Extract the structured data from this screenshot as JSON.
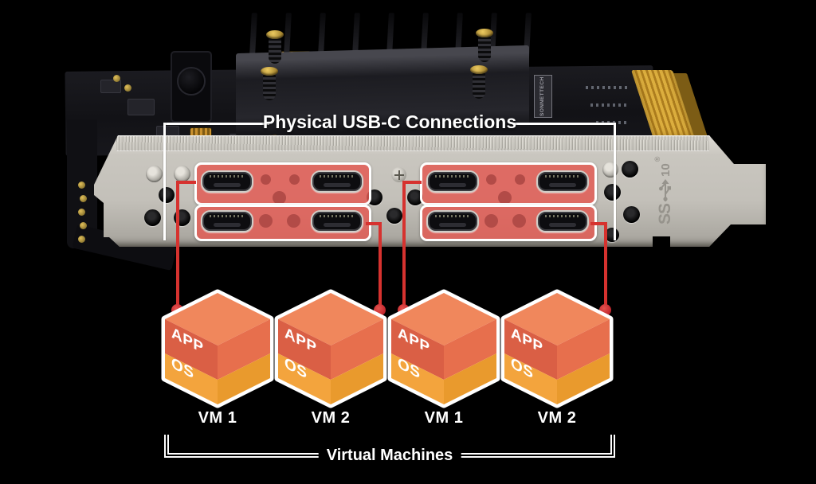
{
  "title": "Physical USB-C Connections",
  "bottom_label": "Virtual Machines",
  "vms": [
    {
      "label": "VM 1",
      "app": "APP",
      "os": "OS"
    },
    {
      "label": "VM 2",
      "app": "APP",
      "os": "OS"
    },
    {
      "label": "VM 1",
      "app": "APP",
      "os": "OS"
    },
    {
      "label": "VM 2",
      "app": "APP",
      "os": "OS"
    }
  ],
  "usb_logo": {
    "ss": "SS",
    "speed": "10",
    "reg": "®"
  },
  "pcb_label": "SONNETTECH",
  "ports": {
    "groups": 2,
    "rows_per_group": 2,
    "ports_per_row": 2,
    "total": 8
  },
  "colors": {
    "highlight_box": "#E3584F",
    "callout_line": "#D6322F",
    "bracket_plate": "#C7C4BD",
    "cube_app_top": "#F0875C",
    "cube_app_left": "#DA5F45",
    "cube_app_right": "#E76F4D",
    "cube_os_left": "#F3A43D",
    "cube_os_right": "#E99A2D",
    "pcie_gold": "#DCAE3E",
    "label_text": "#FFFFFF"
  }
}
